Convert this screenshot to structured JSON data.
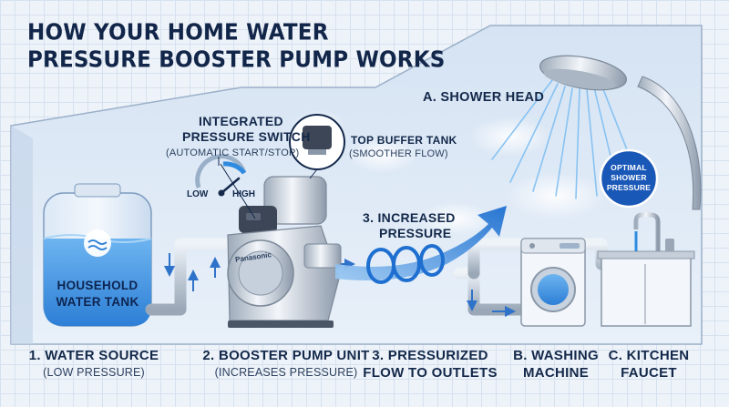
{
  "title": {
    "line1": "HOW YOUR HOME WATER",
    "line2": "PRESSURE BOOSTER PUMP WORKS"
  },
  "colors": {
    "navy": "#13284a",
    "water": "#2f8be0",
    "pipe": "#cfd8e3",
    "badge": "#1a58b8"
  },
  "pressure_switch": {
    "title_line1": "INTEGRATED",
    "title_line2": "PRESSURE SWITCH",
    "note": "(AUTOMATIC START/STOP)",
    "gauge_low": "LOW",
    "gauge_high": "HIGH"
  },
  "buffer_tank": {
    "title": "TOP BUFFER TANK",
    "note": "(SMOOTHER FLOW)"
  },
  "shower": {
    "label": "A. SHOWER HEAD"
  },
  "badge": {
    "line1": "OPTIMAL",
    "line2": "SHOWER",
    "line3": "PRESSURE"
  },
  "increased": {
    "line1": "3. INCREASED",
    "line2": "PRESSURE"
  },
  "tank": {
    "line1": "HOUSEHOLD",
    "line2": "WATER TANK"
  },
  "pump": {
    "brand": "Panasonic"
  },
  "captions": {
    "source": {
      "title": "1. WATER SOURCE",
      "note": "(LOW PRESSURE)"
    },
    "pump_unit": {
      "title": "2. BOOSTER PUMP UNIT",
      "note": "(INCREASES PRESSURE)"
    },
    "flow": {
      "line1": "3. PRESSURIZED",
      "line2": "FLOW TO OUTLETS"
    },
    "washer": {
      "line1": "B. WASHING",
      "line2": "MACHINE"
    },
    "faucet": {
      "line1": "C. KITCHEN",
      "line2": "FAUCET"
    }
  },
  "icons": [
    "gauge-icon",
    "shower-spray-icon",
    "flow-arrow-icon",
    "washing-machine-icon",
    "faucet-icon",
    "water-drop-icon"
  ]
}
